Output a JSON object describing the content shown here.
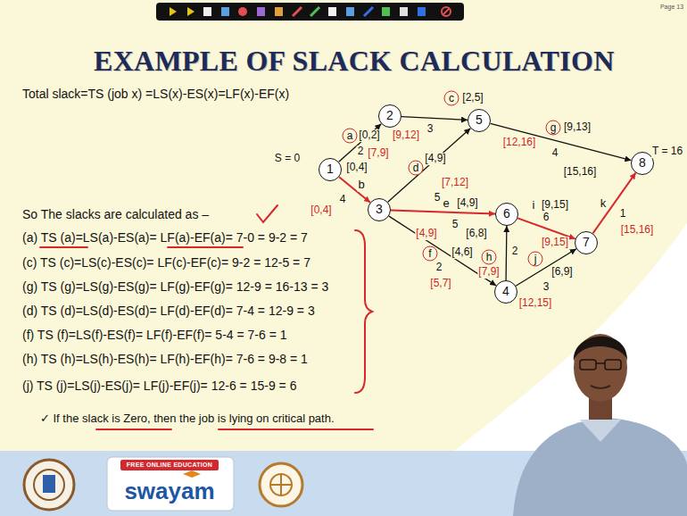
{
  "diagram": {
    "title": "EXAMPLE OF SLACK CALCULATION",
    "nodes": [
      {
        "text": [
          "1"
        ]
      },
      {
        "text": [
          "2"
        ]
      },
      {
        "text": [
          "3"
        ]
      },
      {
        "text": [
          "4"
        ]
      },
      {
        "text": [
          "5"
        ]
      },
      {
        "text": [
          "6"
        ]
      },
      {
        "text": [
          "7"
        ]
      },
      {
        "text": [
          "8"
        ]
      }
    ],
    "edges": [
      {
        "from": 0,
        "to": 1,
        "label": "a",
        "arrow": "to"
      },
      {
        "from": 0,
        "to": 2,
        "label": "b",
        "arrow": "to"
      },
      {
        "from": 1,
        "to": 4,
        "label": "c",
        "arrow": "to"
      },
      {
        "from": 2,
        "to": 4,
        "label": "d",
        "arrow": "to"
      },
      {
        "from": 2,
        "to": 5,
        "label": "e",
        "arrow": "to"
      },
      {
        "from": 2,
        "to": 3,
        "label": "f",
        "arrow": "to"
      },
      {
        "from": 3,
        "to": 5,
        "label": "h",
        "arrow": "to"
      },
      {
        "from": 3,
        "to": 6,
        "label": "j",
        "arrow": "to"
      },
      {
        "from": 4,
        "to": 7,
        "label": "g",
        "arrow": "to"
      },
      {
        "from": 5,
        "to": 6,
        "label": "i",
        "arrow": "to"
      },
      {
        "from": 6,
        "to": 7,
        "label": "k",
        "arrow": "to"
      }
    ],
    "labels": [
      "Total slack=TS (job x) =LS(x)-ES(x)=LF(x)-EF(x)",
      "So The slacks are calculated as –",
      "(a) TS (a)=LS(a)-ES(a)= LF(a)-EF(a)= 7-0 = 9-2 = 7",
      "(c) TS (c)=LS(c)-ES(c)= LF(c)-EF(c)= 9-2 = 12-5 = 7",
      "(g) TS (g)=LS(g)-ES(g)= LF(g)-EF(g)= 12-9 = 16-13 = 3",
      "(d) TS (d)=LS(d)-ES(d)= LF(d)-EF(d)= 7-4 = 12-9 = 3",
      "(f) TS (f)=LS(f)-ES(f)= LF(f)-EF(f)= 5-4 = 7-6 = 1",
      "(h) TS (h)=LS(h)-ES(h)= LF(h)-EF(h)= 7-6 = 9-8 = 1",
      "(j) TS (j)=LS(j)-ES(j)= LF(j)-EF(j)= 12-6 = 15-9 = 6",
      "✓ If the slack is Zero, then the job is lying on critical path.",
      "S = 0",
      "T = 16",
      "[0,2]",
      "2",
      "[7,9]",
      "[0,4]",
      "4",
      "[0,4]",
      "[2,5]",
      "3",
      "[9,12]",
      "[4,9]",
      "5",
      "[7,12]",
      "[4,9]",
      "5",
      "[4,9]",
      "[4,6]",
      "2",
      "[5,7]",
      "[6,8]",
      "2",
      "[7,9]",
      "[6,9]",
      "3",
      "[9,15]",
      "[12,15]",
      "[9,15]",
      "6",
      "[9,13]",
      "4",
      "[12,16]",
      "[15,16]",
      "1",
      "[15,16]",
      "FREE ONLINE EDUCATION",
      "swayam",
      "Page 13"
    ]
  }
}
